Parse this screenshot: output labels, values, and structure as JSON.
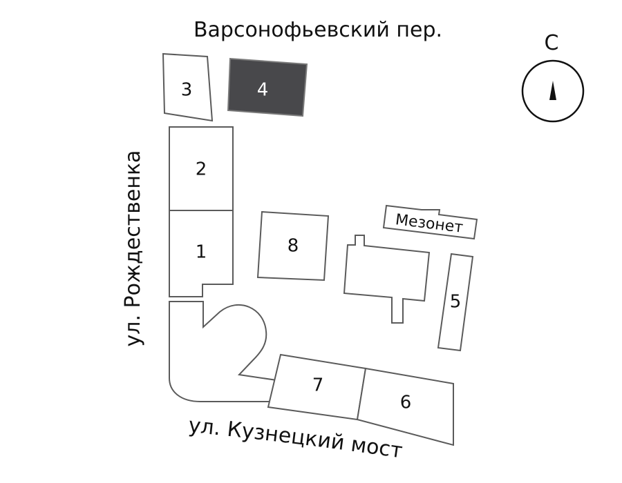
{
  "streets": {
    "north": "Варсонофьевский пер.",
    "west": "ул. Рождественка",
    "south": "ул. Кузнецкий мост"
  },
  "compass": {
    "north_letter": "С"
  },
  "buildings": {
    "b1": "1",
    "b2": "2",
    "b3": "3",
    "b4": "4",
    "b5": "5",
    "b6": "6",
    "b7": "7",
    "b8": "8",
    "mezonet": "Мезонет"
  },
  "selected_building": "4",
  "colors": {
    "selected_fill": "#48484b",
    "outline": "#5a5a5a",
    "text": "#111111",
    "background": "#ffffff"
  }
}
